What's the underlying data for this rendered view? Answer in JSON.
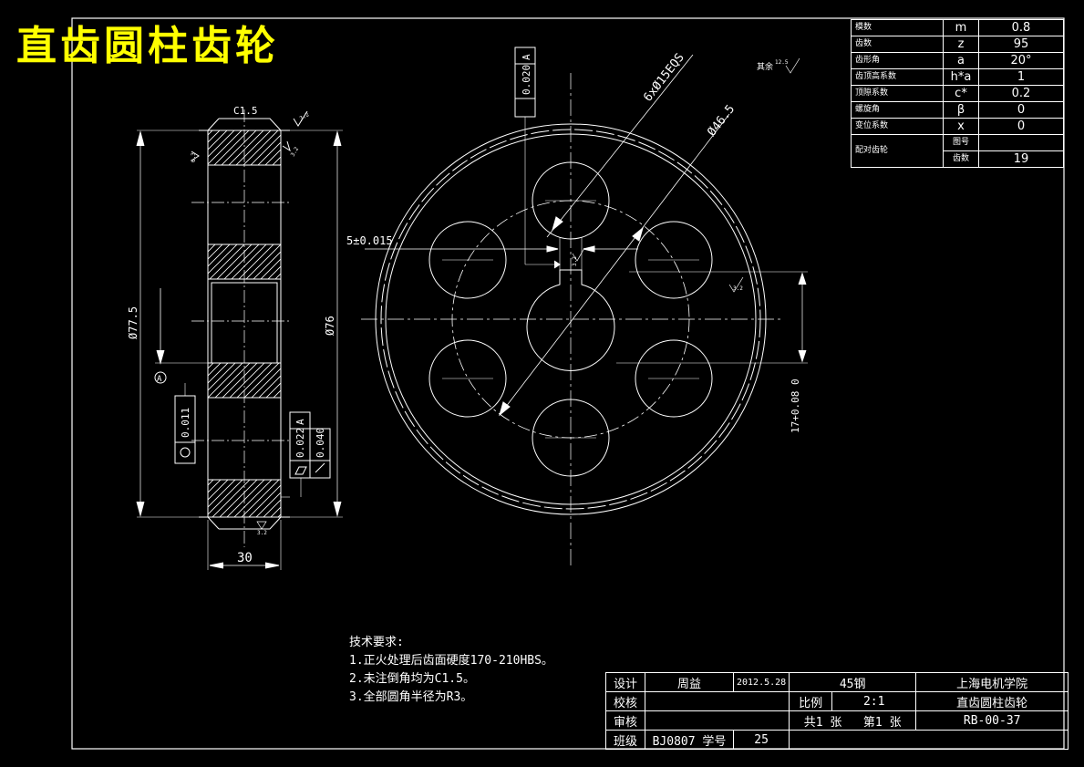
{
  "drawing": {
    "title": "直齿圆柱齿轮"
  },
  "parameters": [
    {
      "name": "模数",
      "symbol": "m",
      "value": "0.8"
    },
    {
      "name": "齿数",
      "symbol": "z",
      "value": "95"
    },
    {
      "name": "齿形角",
      "symbol": "a",
      "value": "20°"
    },
    {
      "name": "齿顶高系数",
      "symbol": "h*a",
      "value": "1"
    },
    {
      "name": "顶隙系数",
      "symbol": "c*",
      "value": "0.2"
    },
    {
      "name": "螺旋角",
      "symbol": "β",
      "value": "0"
    },
    {
      "name": "变位系数",
      "symbol": "x",
      "value": "0"
    }
  ],
  "mating_gear": {
    "label": "配对齿轮",
    "drawing_no_label": "图号",
    "drawing_no_value": "",
    "teeth_label": "齿数",
    "teeth_value": "19"
  },
  "dimensions": {
    "chamfer": "C1.5",
    "outer_dia": "Ø77.5",
    "root_dia": "Ø76",
    "width": "30",
    "holes": "6xØ15EQS",
    "pcd": "Ø46.5",
    "keyway": "5±0.015",
    "key_depth": "17+0.08 0",
    "rest_finish": "其余",
    "roughness_a": "3.2",
    "roughness_b": "6.3",
    "roughness_c": "12.5"
  },
  "tolerances": {
    "parallel": "0.020",
    "parallel_datum": "A",
    "circularity": "0.011",
    "flatness": "0.022",
    "flatness_datum": "A",
    "runout": "0.040",
    "datum": "A"
  },
  "technical_requirements": {
    "heading": "技术要求:",
    "items": [
      "1.正火处理后齿面硬度170-210HBS。",
      "2.未注倒角均为C1.5。",
      "3.全部圆角半径为R3。"
    ]
  },
  "title_block": {
    "design_label": "设计",
    "designer": "周益",
    "date": "2012.5.28",
    "check_label": "校核",
    "review_label": "审核",
    "class_label": "班级",
    "class_value": "BJ0807",
    "student_no_label": "学号",
    "student_no_value": "25",
    "material": "45钢",
    "school": "上海电机学院",
    "scale_label": "比例",
    "scale_value": "2:1",
    "part_name": "直齿圆柱齿轮",
    "total_sheets": "共1 张",
    "sheet_no": "第1 张",
    "drawing_no": "RB-00-37"
  }
}
